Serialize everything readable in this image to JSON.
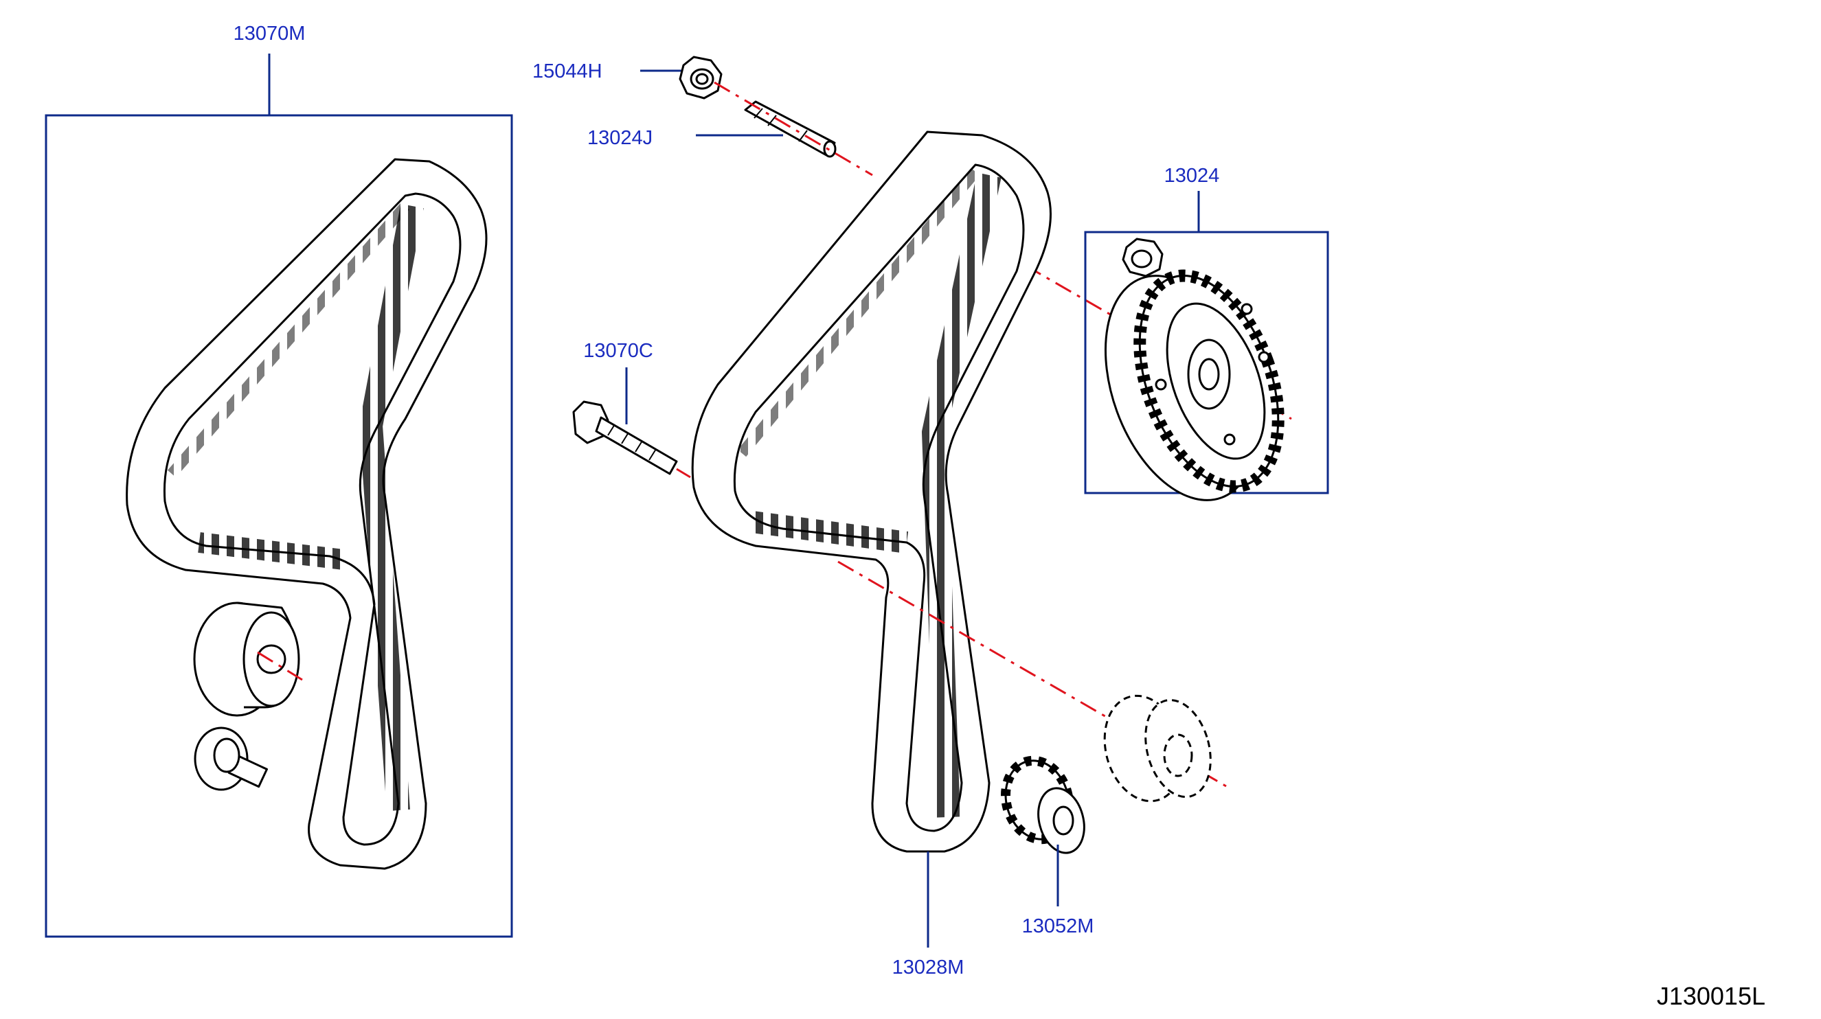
{
  "diagram": {
    "reference_code": "J130015L",
    "parts": [
      {
        "part_number": "13070M"
      },
      {
        "part_number": "15044H"
      },
      {
        "part_number": "13024J"
      },
      {
        "part_number": "13024"
      },
      {
        "part_number": "13070C"
      },
      {
        "part_number": "13052M"
      },
      {
        "part_number": "13028M"
      }
    ],
    "colors": {
      "label_text": "#1a2bbf",
      "leader_line": "#0d2a8a",
      "center_line": "#e0141e",
      "drawing_ink": "#000000"
    }
  }
}
